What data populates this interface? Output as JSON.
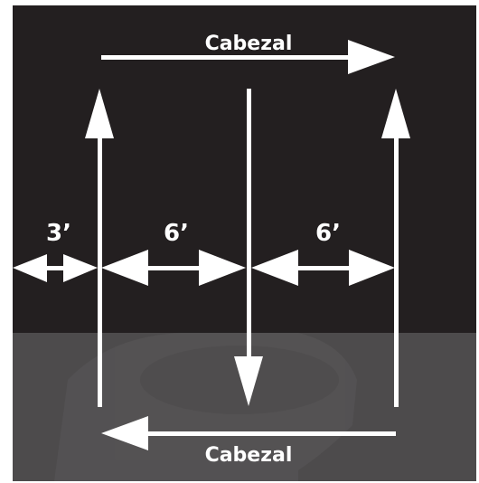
{
  "diagram": {
    "top_label": "Cabezal",
    "bottom_label": "Cabezal",
    "dimensions": [
      "3’",
      "6’",
      "6’"
    ],
    "colors": {
      "upper_panel": "#231f20",
      "lower_panel": "#4d4b4c",
      "lines": "#ffffff"
    }
  }
}
